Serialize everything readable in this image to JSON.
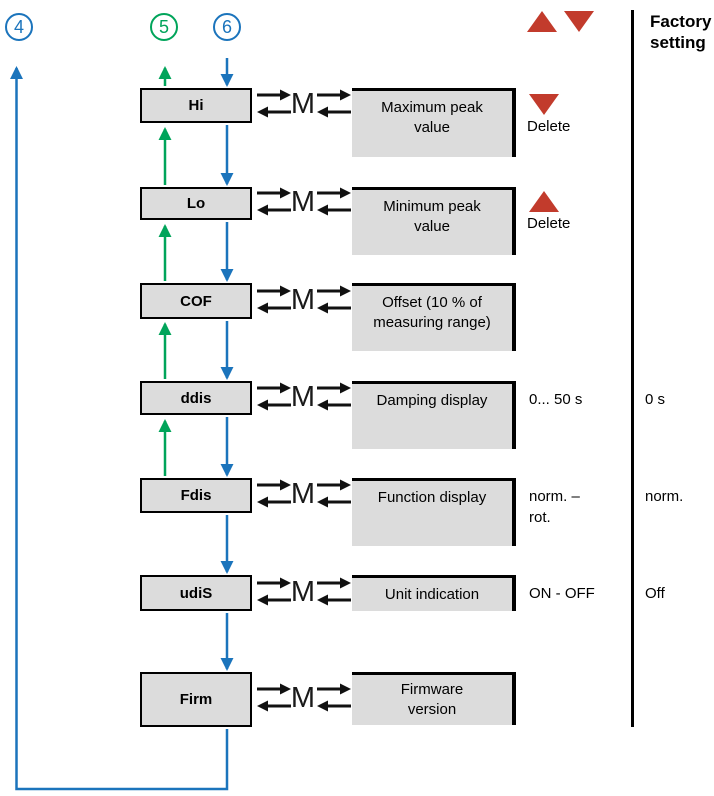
{
  "header": {
    "factory_setting_label": "Factory setting"
  },
  "nav_circles": [
    {
      "label": "4",
      "color": "#1b74bc"
    },
    {
      "label": "5",
      "color": "#00a45a"
    },
    {
      "label": "6",
      "color": "#1b74bc"
    }
  ],
  "mode_button_label": "M",
  "rows": [
    {
      "label": "Hi",
      "description": "Maximum peak\nvalue",
      "action_label": "Delete",
      "action_icon": "red-down-triangle"
    },
    {
      "label": "Lo",
      "description": "Minimum peak\nvalue",
      "action_label": "Delete",
      "action_icon": "red-up-triangle"
    },
    {
      "label": "COF",
      "description": "Offset (10 % of\nmeasuring range)"
    },
    {
      "label": "ddis",
      "description": "Damping display",
      "range": "0... 50 s",
      "factory": "0 s"
    },
    {
      "label": "Fdis",
      "description": "Function display",
      "range": "norm.  –\nrot.",
      "factory": "norm."
    },
    {
      "label": "udiS",
      "description": "Unit indication",
      "range": "ON - OFF",
      "factory": "Off"
    },
    {
      "label": "Firm",
      "description": "Firmware\nversion"
    }
  ],
  "colors": {
    "blue": "#1b74bc",
    "green": "#00a45a",
    "red": "#c23b2c",
    "box_fill": "#dcdcdc",
    "separator": "#000000"
  }
}
